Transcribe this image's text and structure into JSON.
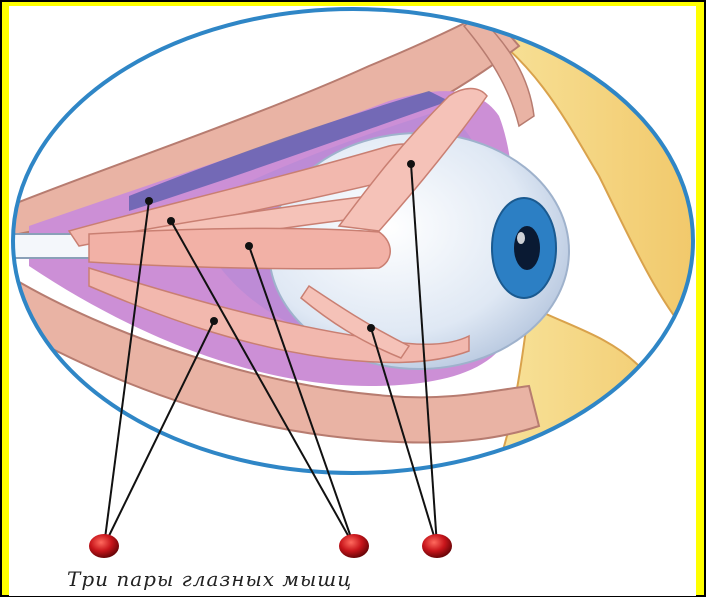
{
  "caption": "Три пары глазных мышц",
  "colors": {
    "frame": "#ffff00",
    "oval_border": "#2f86c6",
    "muscle": "#f2b8ae",
    "orbit_fill": "#cc8fd6",
    "bone": "#f5d98a",
    "eyeball": "#e2ebf6",
    "iris": "#2c7fc4",
    "marker": "#c8151b"
  },
  "muscle_pairs": [
    {
      "id": "pair-1",
      "muscles": [
        "muscle-upper-left",
        "muscle-lower-left"
      ]
    },
    {
      "id": "pair-2",
      "muscles": [
        "muscle-upper-mid",
        "muscle-middle"
      ]
    },
    {
      "id": "pair-3",
      "muscles": [
        "muscle-oblique-upper",
        "muscle-oblique-lower"
      ]
    }
  ]
}
